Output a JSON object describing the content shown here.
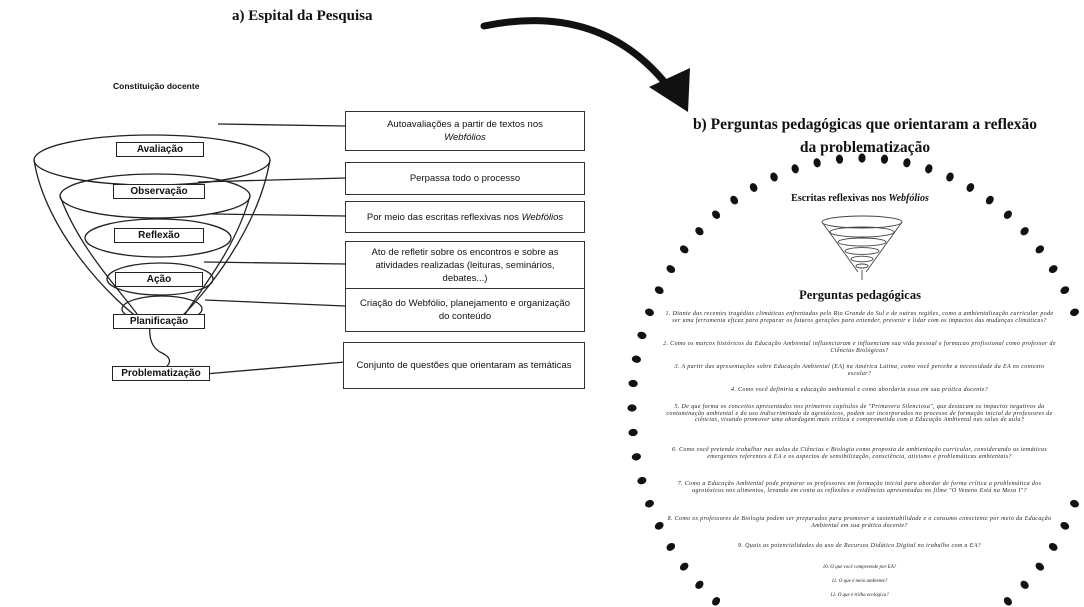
{
  "section_a": {
    "title": "a) Espital da Pesquisa",
    "header": "Constituição docente",
    "stages": [
      "Avaliação",
      "Observação",
      "Reflexão",
      "Ação",
      "Planificação",
      "Problematização"
    ],
    "descriptions": [
      {
        "text": "Autoavaliações a partir de textos nos",
        "em": "Webfólios"
      },
      {
        "text": "Perpassa todo o processo",
        "em": ""
      },
      {
        "text": "Por meio das escritas reflexivas nos",
        "em": "Webfólios"
      },
      {
        "text": "Ato de refletir sobre os encontros e sobre as atividades realizadas (leituras, seminários, debates...)",
        "em": ""
      },
      {
        "text": "Criação do Webfólio, planejamento e organização do conteúdo",
        "em": ""
      },
      {
        "text": "Conjunto de questões que orientaram as temáticas",
        "em": ""
      }
    ]
  },
  "section_b": {
    "title": "b) Perguntas pedagógicas que orientaram a reflexão da problematização",
    "escritas_text": "Escritas reflexivas nos",
    "escritas_em": "Webfólios",
    "perguntas_heading": "Perguntas pedagógicas",
    "questions": [
      "1. Diante das recentes tragédias climáticas enfrentadas pelo Rio Grande do Sul e de outras regiões, como a ambientalização curricular pode ser uma ferramenta eficaz para preparar os futuros gerações para entender, prevenir e lidar com os impactos das mudanças climáticas?",
      "2. Como os marcos históricos da Educação Ambiental influenciaram e influenciam sua vida pessoal e formacao profissional como professor de Ciências Biológicas?",
      "3. A partir das apresentações sobre Educação Ambiental (EA) na América Latina, como você percebe a necessidade da EA no contexto escolar?",
      "4. Como você definiria a educação ambiental e como abordaria essa em sua prática docente?",
      "5. De que forma os conceitos apresentados nos primeiros capítulos de \"Primavera Silenciosa\", que destacam os impactos negativos da contaminação ambiental e do uso indiscriminado de agrotóxicos, podem ser incorporados no processo de formação inicial de professores de ciências, visando promover uma abordagem mais crítica e comprometida com a Educação Ambiental nas salas de aula?",
      "6. Como você pretende trabalhar nas aulas de Ciências e Biologia como proposta de ambientação curricular, considerando as temáticas emergentes referentes à EA e os aspectos de sensibilização, consciência, ativismo e problemáticas ambientais?",
      "7. Como a Educação Ambiental pode preparar os professores em formação inicial para abordar de forma crítica a problemática dos agrotóxicos nos alimentos, levando em conta as reflexões e evidências apresentadas no filme \"O Veneno Está na Mesa I\"?",
      "8. Como os professores de Biologia podem ser preparados para promover a sustentabilidade e o consumo consciente por meio da Educação Ambiental em sua prática docente?",
      "9. Quais as potencialidades do uso de Recursos Didático Digital no trabalho com a EA?",
      "10. O que você compreende por EA?",
      "11. O que é meio ambiente?",
      "12. O que é trilha ecológica?"
    ]
  }
}
